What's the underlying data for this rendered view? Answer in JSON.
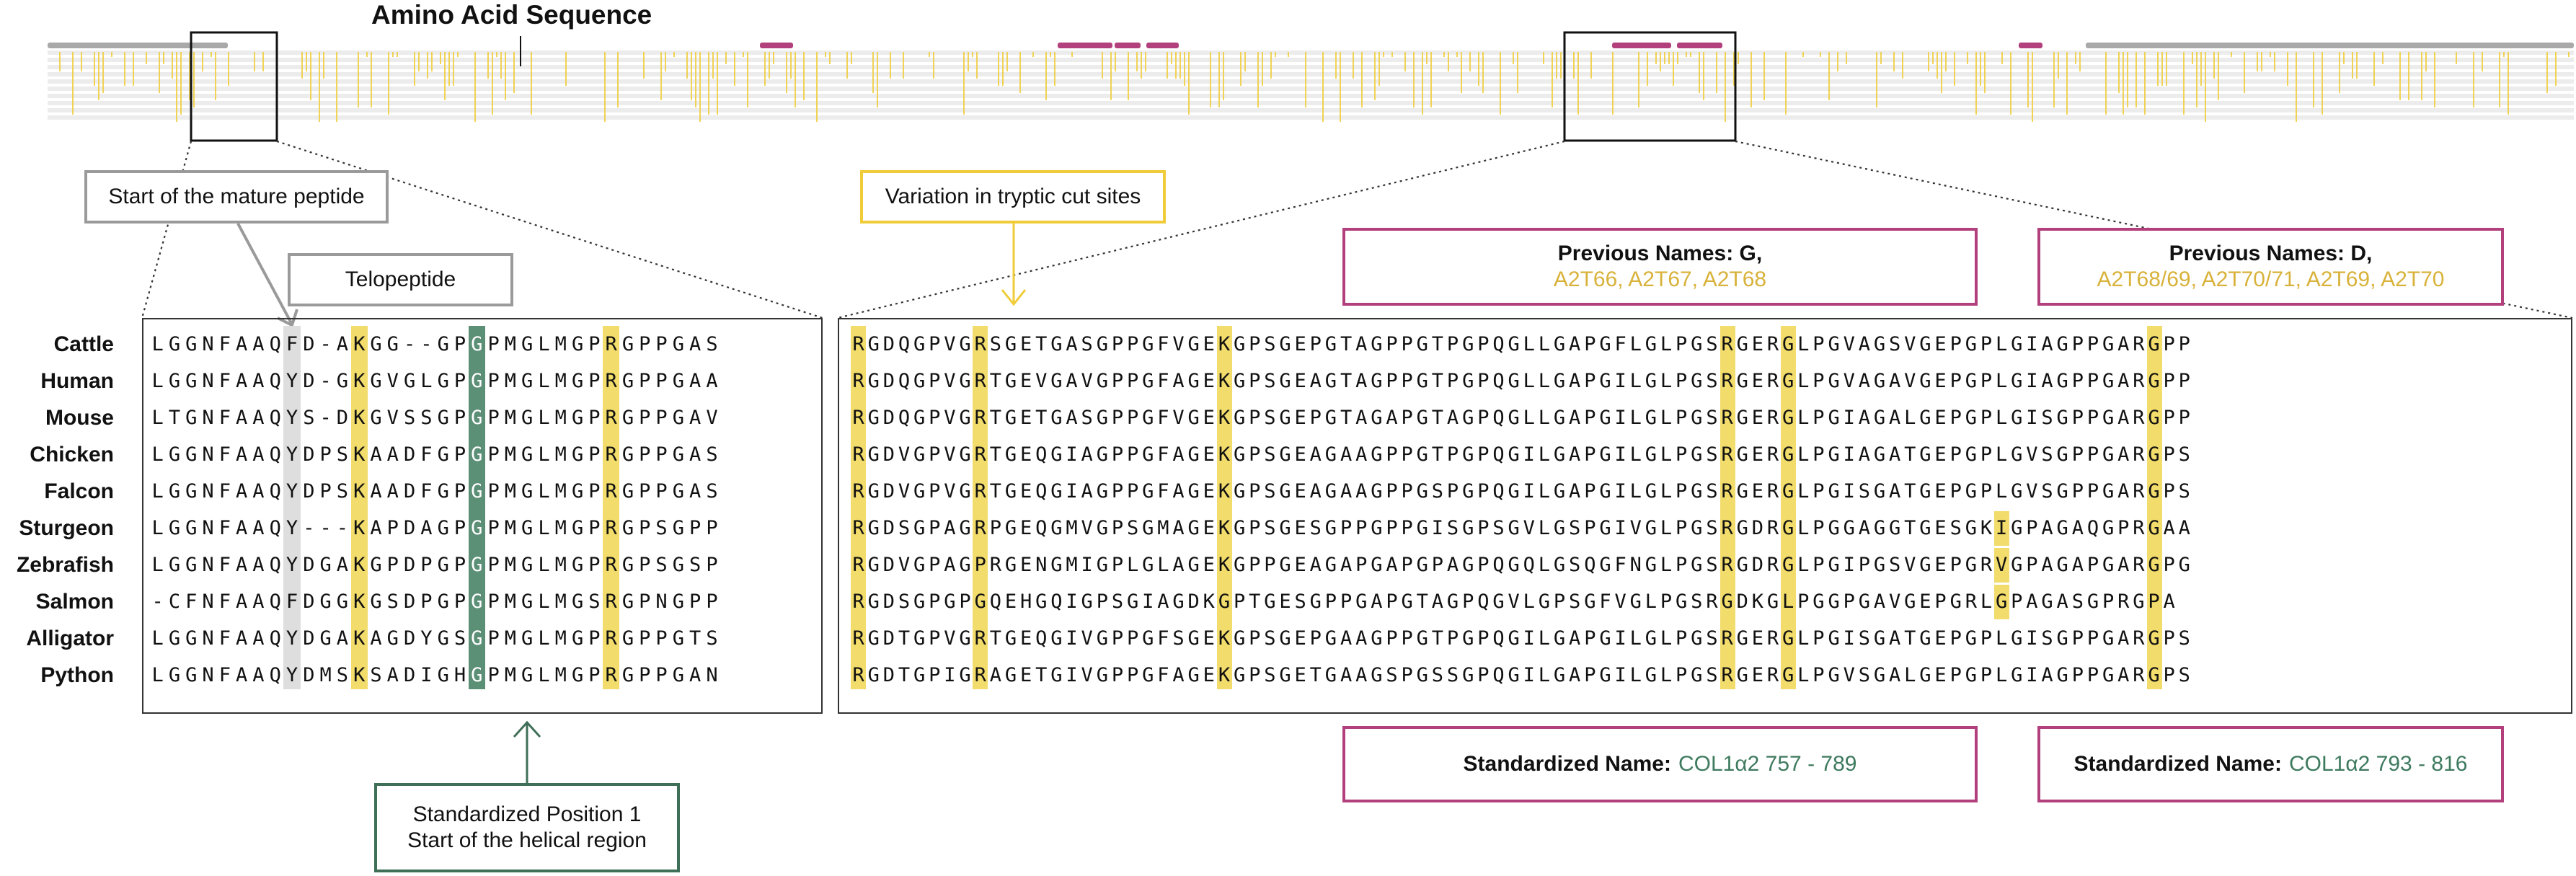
{
  "title": "Amino Acid Sequence",
  "colors": {
    "highlight_yellow": "#f2dc6b",
    "highlight_green": "#5b8f76",
    "highlight_gray": "#dedede",
    "accent_pink": "#b2407c",
    "accent_gold": "#d8b23a",
    "accent_teal": "#3e7a5e"
  },
  "callouts": {
    "mature_peptide": "Start of the mature peptide",
    "telopeptide": "Telopeptide",
    "tryptic": "Variation in tryptic cut sites",
    "standardized_position_line1": "Standardized Position 1",
    "standardized_position_line2": "Start of the helical region"
  },
  "annotations": {
    "prev_left_label": "Previous Names: G,",
    "prev_left_names": "A2T66, A2T67, A2T68",
    "prev_right_label": "Previous Names: D,",
    "prev_right_names": "A2T68/69, A2T70/71, A2T69, A2T70",
    "std_left_label": "Standardized Name:",
    "std_left_value": "COL1α2 757 - 789",
    "std_right_label": "Standardized Name:",
    "std_right_value": "COL1α2 793 - 816"
  },
  "species": [
    "Cattle",
    "Human",
    "Mouse",
    "Chicken",
    "Falcon",
    "Sturgeon",
    "Zebrafish",
    "Salmon",
    "Alligator",
    "Python"
  ],
  "left_sequences": [
    "LGGNFAAQFD-AKGG--GPGPMGLMGPRGPPGAS",
    "LGGNFAAQYD-GKGVGLGPGPMGLMGPRGPPGAA",
    "LTGNFAAQYS-DKGVSSGPGPMGLMGPRGPPGAV",
    "LGGNFAAQYDPSKAADFGPGPMGLMGPRGPPGAS",
    "LGGNFAAQYDPSKAADFGPGPMGLMGPRGPPGAS",
    "LGGNFAAQY---KAPDAGPGPMGLMGPRGPSGPP",
    "LGGNFAAQYDGAKGPDPGPGPMGLMGPRGPSGSP",
    "-CFNFAAQFDGGKGSDPGPGPMGLMGSRGPNGPP",
    "LGGNFAAQYDGAKAGDYGSGPMGLMGPRGPPGTS",
    "LGGNFAAQYDMSKSADIGHGPMGLMGPRGPPGAN"
  ],
  "right_sequences": [
    "RGDQGPVGRSGETGASGPPGFVGEKGPSGEPGTAGPPGTPGPQGLLGAPGFLGLPGSRGERGLPGVAGSVGEPGPLGIAGPPGARGPP",
    "RGDQGPVGRTGEVGAVGPPGFAGEKGPSGEAGTAGPPGTPGPQGLLGAPGILGLPGSRGERGLPGVAGAVGEPGPLGIAGPPGARGPP",
    "RGDQGPVGRTGETGASGPPGFVGEKGPSGEPGTAGAPGTAGPQGLLGAPGILGLPGSRGERGLPGIAGALGEPGPLGISGPPGARGPP",
    "RGDVGPVGRTGEQGIAGPPGFAGEKGPSGEAGAAGPPGTPGPQGILGAPGILGLPGSRGERGLPGIAGATGEPGPLGVSGPPGARGPS",
    "RGDVGPVGRTGEQGIAGPPGFAGEKGPSGEAGAAGPPGSPGPQGILGAPGILGLPGSRGERGLPGISGATGEPGPLGVSGPPGARGPS",
    "RGDSGPAGRPGEQGMVGPSGMAGEKGPSGESGPPGPPGISGPSGVLGSPGIVGLPGSRGDRGLPGGAGGTGESGKIGPAGAQGPRGAA",
    "RGDVGPAGPRGENGMIGPLGLAGEKGPPGEAGAPGAPGPAGPQGQLGSQGFNGLPGSRGDRGLPGIPGSVGEPGRVGPAGAPGARGPG",
    "RGDSGPGPGQEHGQIGPSGIAGDKGPTGESGPPGAPGTAGPQGVLGPSGFVGLPGSRGDKGLPGGPGAVGEPGRLGPAGASGPRGPA",
    "RGDTGPVGRTGEQGIVGPPGFSGEKGPSGEPGAAGPPGTPGPQGILGAPGILGLPGSRGERGLPGISGATGEPGPLGISGPPGARGPS",
    "RGDTGPIGRAGETGIVGPPGFAGEKGPSGETGAAGSPGSSGPQGILGAPGILGLPGSRGERGLPGVSGALGEPGPLGIAGPPGARGPS"
  ]
}
